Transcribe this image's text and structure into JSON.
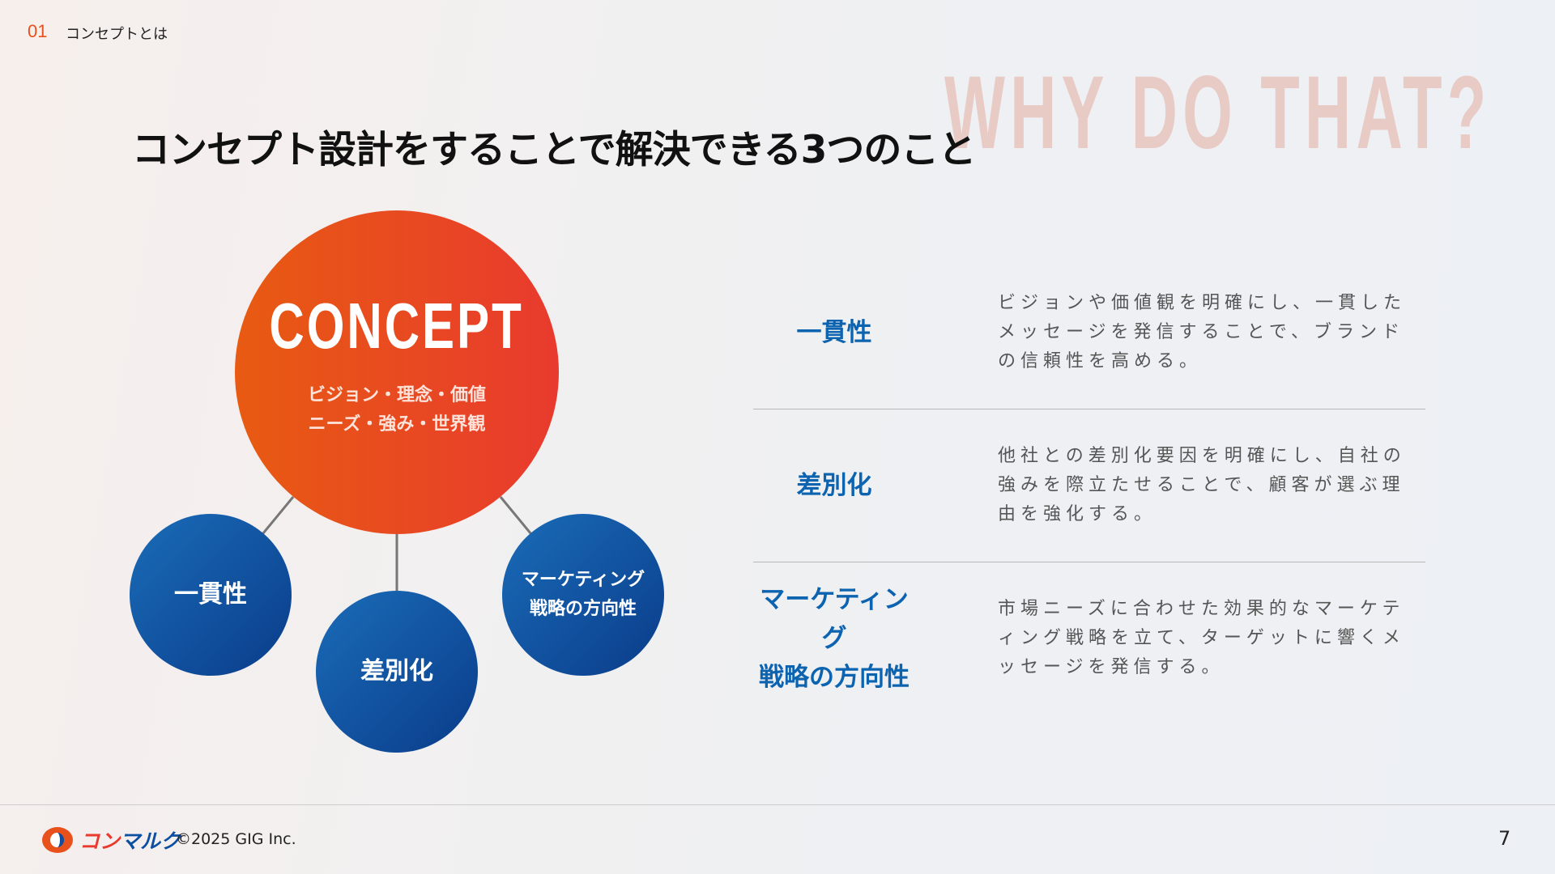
{
  "header": {
    "section_number": "01",
    "section_title": "コンセプトとは"
  },
  "watermark": "WHY DO THAT?",
  "title": "コンセプト設計をすることで解決できる3つのこと",
  "diagram": {
    "center_title": "CONCEPT",
    "center_lines": [
      "ビジョン・理念・価値",
      "ニーズ・強み・世界観"
    ],
    "nodes": [
      "一貫性",
      "差別化",
      [
        "マーケティング",
        "戦略の方向性"
      ]
    ]
  },
  "rows": [
    {
      "label": [
        "一貫性"
      ],
      "desc": "ビジョンや価値観を明確にし、一貫したメッセージを発信することで、ブランドの信頼性を高める。"
    },
    {
      "label": [
        "差別化"
      ],
      "desc": "他社との差別化要因を明確にし、自社の強みを際立たせることで、顧客が選ぶ理由を強化する。"
    },
    {
      "label": [
        "マーケティング",
        "戦略の方向性"
      ],
      "desc": "市場ニーズに合わせた効果的なマーケティング戦略を立て、ターゲットに響くメッセージを発信する。"
    }
  ],
  "footer": {
    "logo_a": "コン",
    "logo_b": "マルク",
    "copyright": "©2025 GIG Inc.",
    "page": "7"
  }
}
